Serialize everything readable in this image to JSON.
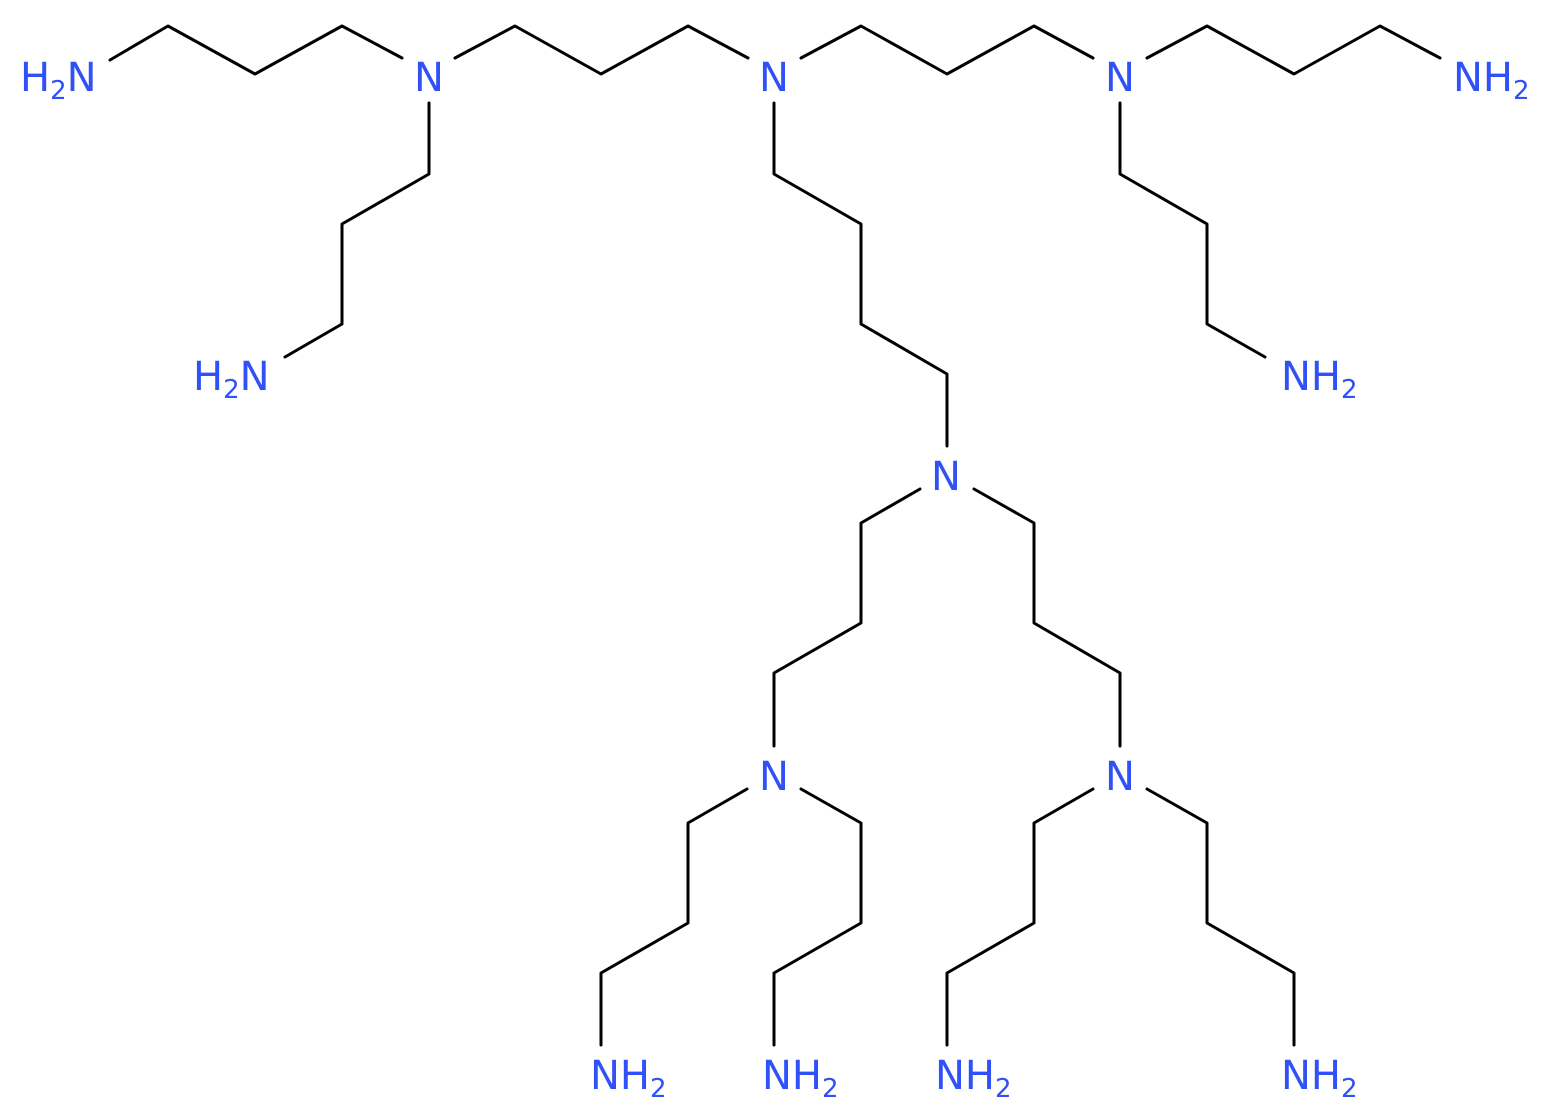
{
  "molecule": {
    "atom_color": "#3050F8",
    "bond_color": "#000000",
    "background": "#ffffff",
    "labels": {
      "n_top_left": "N",
      "n_top_center": "N",
      "n_top_right": "N",
      "n_center": "N",
      "n_bottom_left": "N",
      "n_bottom_right": "N",
      "nh2_element": "H",
      "nh2_subscript": "2",
      "nh2_n": "N"
    }
  }
}
